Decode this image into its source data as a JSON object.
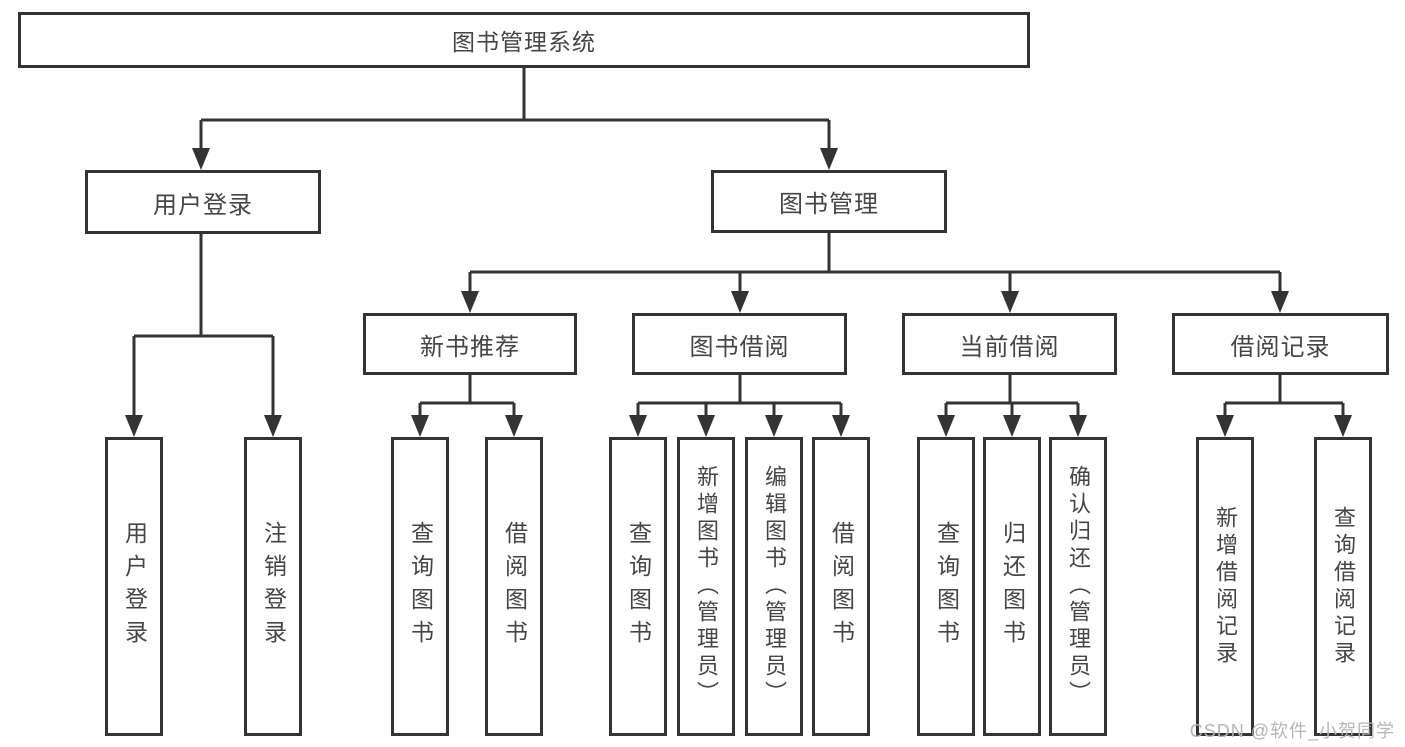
{
  "nodes": {
    "root": "图书管理系统",
    "user_login": "用户登录",
    "book_mgmt": "图书管理",
    "new_books": "新书推荐",
    "book_borrow": "图书借阅",
    "current_borrow": "当前借阅",
    "borrow_records": "借阅记录",
    "leaves": {
      "user_login": [
        "用户登录",
        "注销登录"
      ],
      "new_books": [
        "查询图书",
        "借阅图书"
      ],
      "book_borrow": [
        "查询图书",
        "新增图书（管理员）",
        "编辑图书（管理员）",
        "借阅图书"
      ],
      "current_borrow": [
        "查询图书",
        "归还图书",
        "确认归还（管理员）"
      ],
      "borrow_records": [
        "新增借阅记录",
        "查询借阅记录"
      ]
    }
  },
  "watermark": "CSDN @软件_小贺同学",
  "colors": {
    "line": "#333333",
    "text": "#454545",
    "watermark": "#b5b5b5",
    "background": "#ffffff"
  }
}
